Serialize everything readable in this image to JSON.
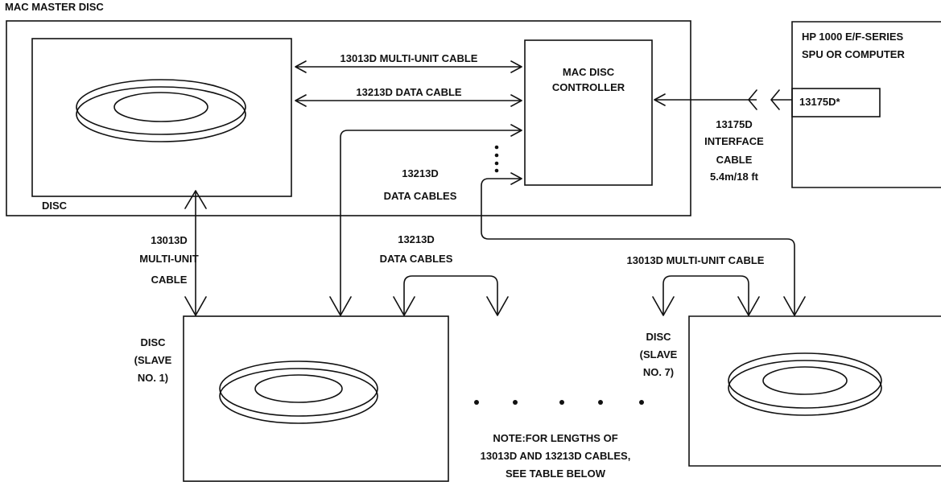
{
  "master_title": "MAC MASTER DISC",
  "master_disc_label": "DISC",
  "controller": {
    "line1": "MAC DISC",
    "line2": "CONTROLLER"
  },
  "cable_multi_unit_top": "13013D MULTI-UNIT CABLE",
  "cable_data_top": "13213D DATA CABLE",
  "data_cables_mid": {
    "line1": "13213D",
    "line2": "DATA CABLES"
  },
  "spu": {
    "line1": "HP 1000 E/F-SERIES",
    "line2": "SPU OR COMPUTER",
    "card": "13175D*"
  },
  "interface_cable": {
    "line1": "13175D",
    "line2": "INTERFACE",
    "line3": "CABLE",
    "line4": "5.4m/18 ft"
  },
  "multi_unit_left": {
    "line1": "13013D",
    "line2": "MULTI-UNIT",
    "line3": "CABLE"
  },
  "data_cables_lower": {
    "line1": "13213D",
    "line2": "DATA CABLES"
  },
  "multi_unit_right": "13013D MULTI-UNIT CABLE",
  "slave1": {
    "line1": "DISC",
    "line2": "(SLAVE",
    "line3": "NO. 1)"
  },
  "slave7": {
    "line1": "DISC",
    "line2": "(SLAVE",
    "line3": "NO. 7)"
  },
  "note": {
    "line1": "NOTE:FOR LENGTHS OF",
    "line2": "13013D AND 13213D CABLES,",
    "line3": "SEE TABLE BELOW"
  },
  "colors": {
    "ink": "#111111",
    "background": "#ffffff"
  }
}
